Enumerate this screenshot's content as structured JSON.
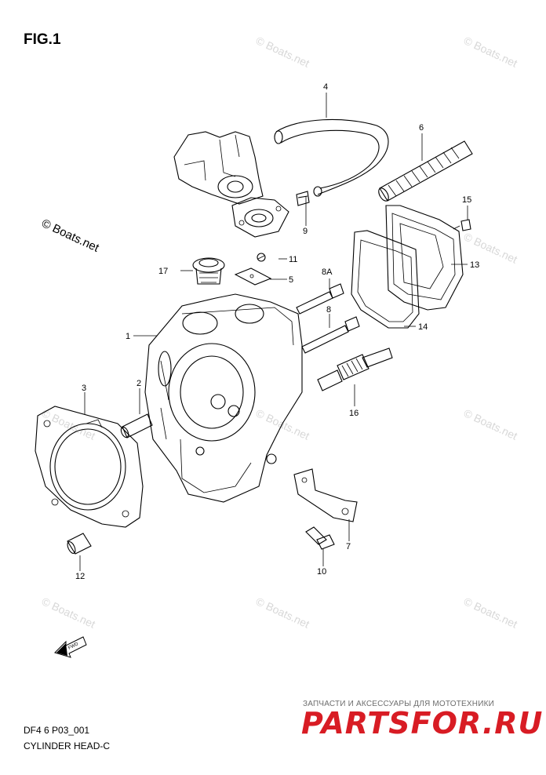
{
  "figure": {
    "title": "FIG.1"
  },
  "footer": {
    "code": "DF4 6 P03_001",
    "name": "CYLINDER HEAD-C"
  },
  "watermark": {
    "text": "© Boats.net",
    "copies": [
      {
        "id": "wm1",
        "text": "© Boats.net"
      },
      {
        "id": "wm2",
        "text": "© Boats.net"
      },
      {
        "id": "wm3",
        "text": "© Boats.net"
      },
      {
        "id": "wm4",
        "text": "© Boats.net"
      },
      {
        "id": "wm5",
        "text": "© Boats.net"
      },
      {
        "id": "wm6",
        "text": "© Boats.net"
      },
      {
        "id": "wm7",
        "text": "© Boats.net"
      },
      {
        "id": "wm8",
        "text": "© Boats.net"
      },
      {
        "id": "wm9",
        "text": "© Boats.net"
      }
    ],
    "prominent": "© Boats.net"
  },
  "shop": {
    "tagline": "ЗАПЧАСТИ И АКСЕССУАРЫ ДЛЯ МОТОТЕХНИКИ",
    "logo": "PARTSFOR.RU",
    "logo_color": "#d81c24"
  },
  "fwd_arrow": {
    "text": "FWD"
  },
  "callouts": {
    "c1": "1",
    "c2": "2",
    "c3": "3",
    "c4": "4",
    "c5": "5",
    "c6": "6",
    "c7": "7",
    "c8": "8",
    "c8a": "8A",
    "c9": "9",
    "c10": "10",
    "c11": "11",
    "c12": "12",
    "c13": "13",
    "c14": "14",
    "c15": "15",
    "c16": "16",
    "c17": "17"
  }
}
